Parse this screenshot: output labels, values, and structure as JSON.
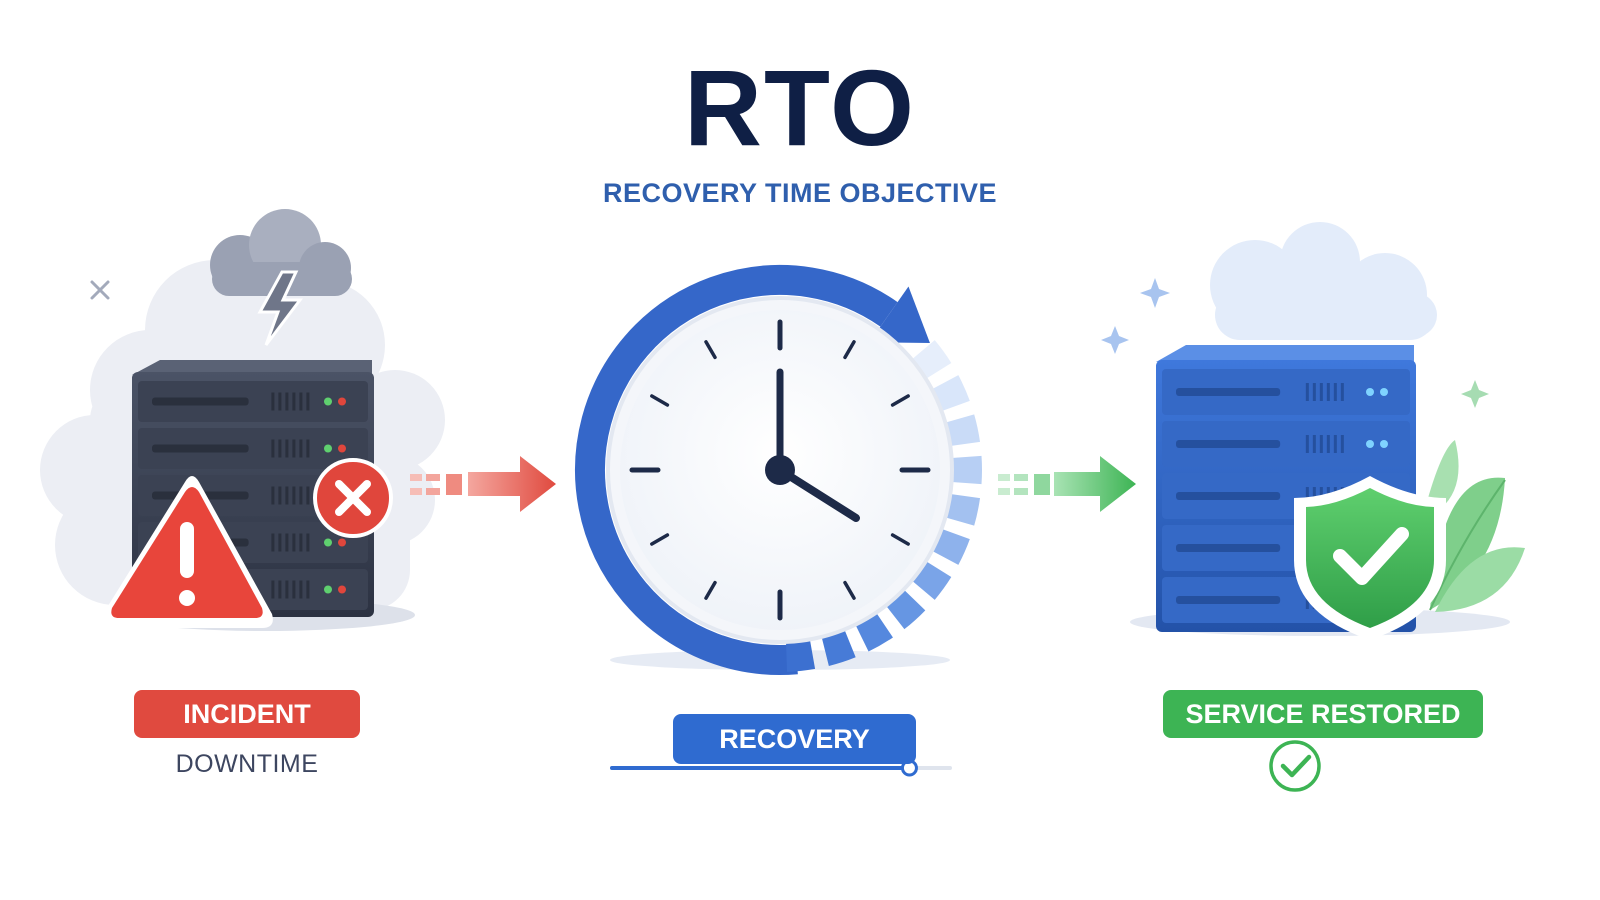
{
  "header": {
    "title": "RTO",
    "subtitle": "RECOVERY TIME OBJECTIVE"
  },
  "stages": {
    "incident": {
      "label": "INCIDENT",
      "caption": "DOWNTIME",
      "color": "#e04a3f"
    },
    "recovery": {
      "label": "RECOVERY",
      "color": "#2f6bd0"
    },
    "restored": {
      "label": "SERVICE RESTORED",
      "color": "#3db454"
    }
  },
  "icons": [
    "storm-cloud-icon",
    "lightning-icon",
    "failed-server-icon",
    "error-x-icon",
    "warning-triangle-icon",
    "clock-icon",
    "circular-arrow-icon",
    "healthy-server-icon",
    "shield-check-icon",
    "leaf-icon",
    "sparkle-icon",
    "check-circle-icon",
    "arrow-right-icon"
  ],
  "recovery_progress": 0.88,
  "colors": {
    "title": "#0f1f45",
    "subtitle": "#2f5fad",
    "danger": "#e04a3f",
    "primary": "#2f6bd0",
    "success": "#3db454"
  }
}
